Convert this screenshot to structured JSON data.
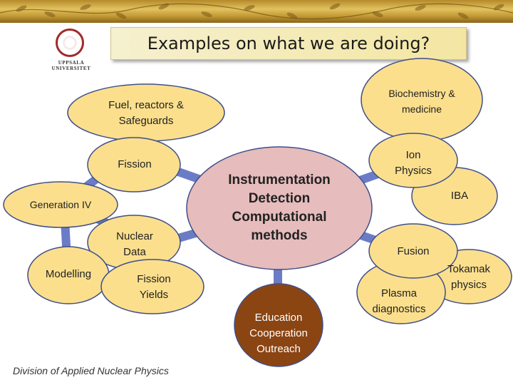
{
  "title": "Examples on what we are doing?",
  "logo": {
    "text": "UPPSALA UNIVERSITET"
  },
  "footer": "Division of Applied Nuclear Physics",
  "colors": {
    "node_fill": "#fbdf8d",
    "center_fill": "#e6bcbc",
    "education_fill": "#8b4513",
    "connector": "#6b7cc7",
    "node_stroke": "#3f4f8a"
  },
  "nodes": {
    "fuel": "Fuel, reactors &\nSafeguards",
    "fission": "Fission",
    "generation_iv": "Generation IV",
    "nuclear_data": "Nuclear\nData",
    "modelling": "Modelling",
    "fission_yields": "Fission\nYields",
    "center": "Instrumentation\nDetection\nComputational\nmethods",
    "education": "Education\nCooperation\nOutreach",
    "biochem": "Biochemistry &\nmedicine",
    "ion_physics": "Ion\nPhysics",
    "iba": "IBA",
    "fusion": "Fusion",
    "plasma": "Plasma\ndiagnostics",
    "tokamak": "Tokamak\nphysics"
  }
}
